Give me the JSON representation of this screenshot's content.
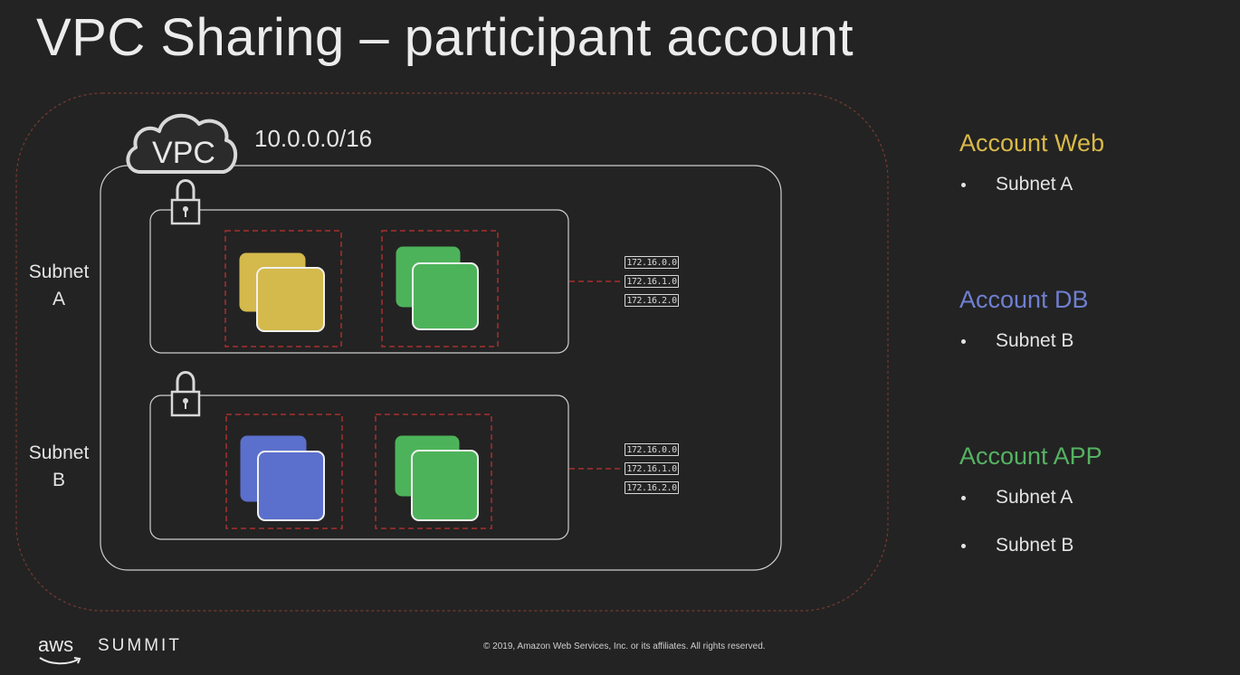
{
  "title": "VPC Sharing – participant account",
  "vpc": {
    "icon_label": "VPC",
    "cidr": "10.0.0.0/16"
  },
  "subnets": [
    {
      "label_line1": "Subnet",
      "label_line2": "A",
      "routes": [
        "172.16.0.0",
        "172.16.1.0",
        "172.16.2.0"
      ]
    },
    {
      "label_line1": "Subnet",
      "label_line2": "B",
      "routes": [
        "172.16.0.0",
        "172.16.1.0",
        "172.16.2.0"
      ]
    }
  ],
  "accounts": [
    {
      "name": "Account Web",
      "color": "#d8b94a",
      "subnets": [
        "Subnet A"
      ]
    },
    {
      "name": "Account DB",
      "color": "#6f7fd0",
      "subnets": [
        "Subnet B"
      ]
    },
    {
      "name": "Account APP",
      "color": "#55b262",
      "subnets": [
        "Subnet A",
        "Subnet B"
      ]
    }
  ],
  "colors": {
    "web_instance": "#d4b94c",
    "db_instance": "#5b6fcc",
    "app_instance": "#4db35a",
    "security_group": "#a8302e",
    "outer_boundary": "#7a3a30"
  },
  "footer": {
    "logo": "aws",
    "event": "SUMMIT",
    "copyright": "© 2019, Amazon Web Services, Inc. or its affiliates. All rights reserved."
  }
}
